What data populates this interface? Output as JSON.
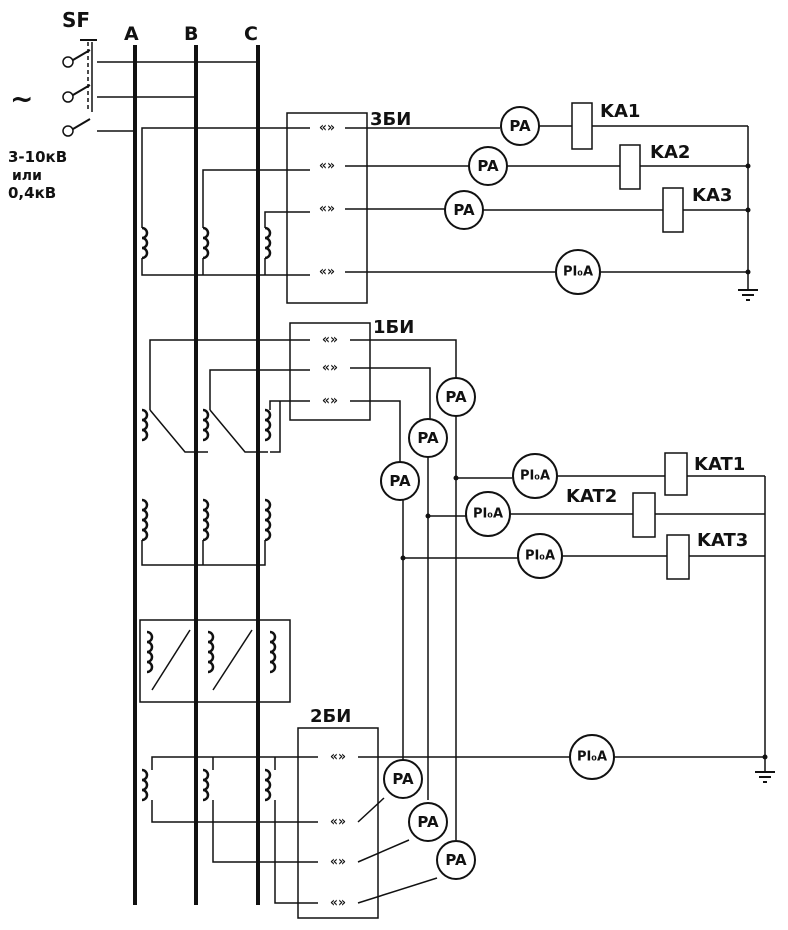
{
  "labels": {
    "switch": "SF",
    "source": "~",
    "voltage_line1": "3-10кВ",
    "voltage_line2": "или",
    "voltage_line3": "0,4кВ",
    "phase_a": "A",
    "phase_b": "B",
    "phase_c": "C",
    "block_3": "3БИ",
    "block_1": "1БИ",
    "block_2": "2БИ"
  },
  "connector_symbol": "«»",
  "meters": {
    "ammeter": "PA",
    "zero_seq_ammeter": "PI₀A"
  },
  "relays": {
    "ka1": "KA1",
    "ka2": "KA2",
    "ka3": "KA3",
    "kat1": "KAT1",
    "kat2": "KAT2",
    "kat3": "KAT3"
  }
}
